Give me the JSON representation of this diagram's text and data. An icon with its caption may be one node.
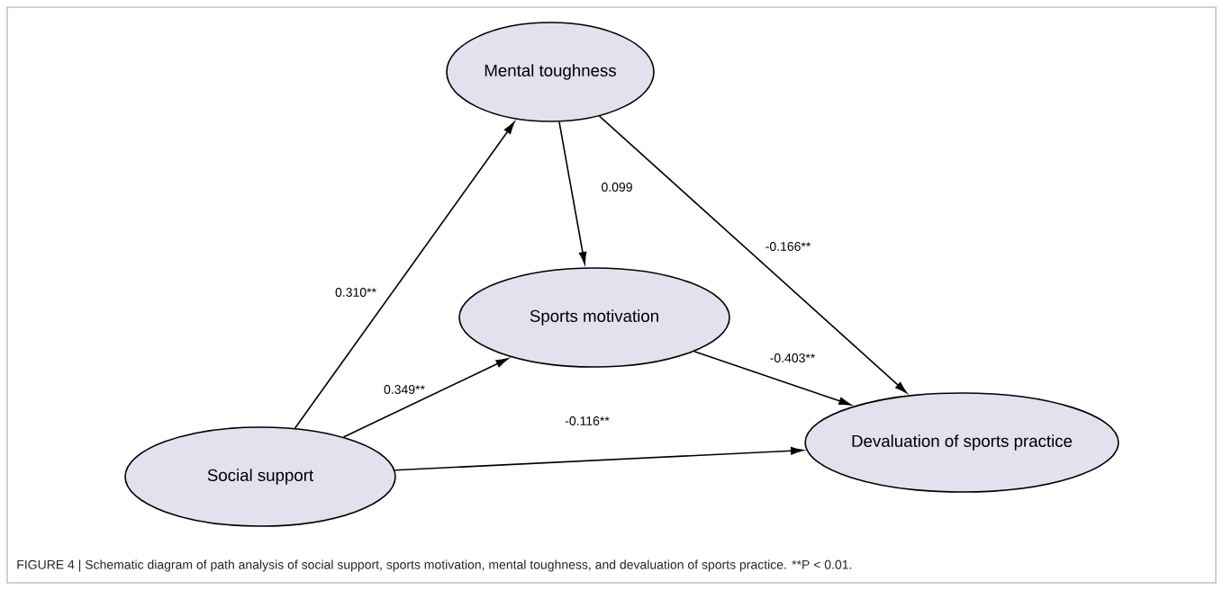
{
  "diagram": {
    "caption": "FIGURE 4 | Schematic diagram of path analysis of social support, sports motivation, mental toughness, and devaluation of sports practice. **P < 0.01.",
    "nodes": [
      {
        "text": [
          "Mental toughness"
        ]
      },
      {
        "text": [
          "Sports motivation"
        ]
      },
      {
        "text": [
          "Social support"
        ]
      },
      {
        "text": [
          "Devaluation of sports practice"
        ]
      }
    ],
    "edges": [
      {
        "from": 2,
        "to": 0,
        "arrow": "to",
        "label": "0.310**"
      },
      {
        "from": 2,
        "to": 1,
        "arrow": "to",
        "label": "0.349**"
      },
      {
        "from": 0,
        "to": 1,
        "arrow": "to",
        "label": "0.099"
      },
      {
        "from": 0,
        "to": 3,
        "arrow": "to",
        "label": "-0.166**"
      },
      {
        "from": 1,
        "to": 3,
        "arrow": "to",
        "label": "-0.403**"
      },
      {
        "from": 2,
        "to": 3,
        "arrow": "to",
        "label": "-0.116**"
      }
    ]
  }
}
